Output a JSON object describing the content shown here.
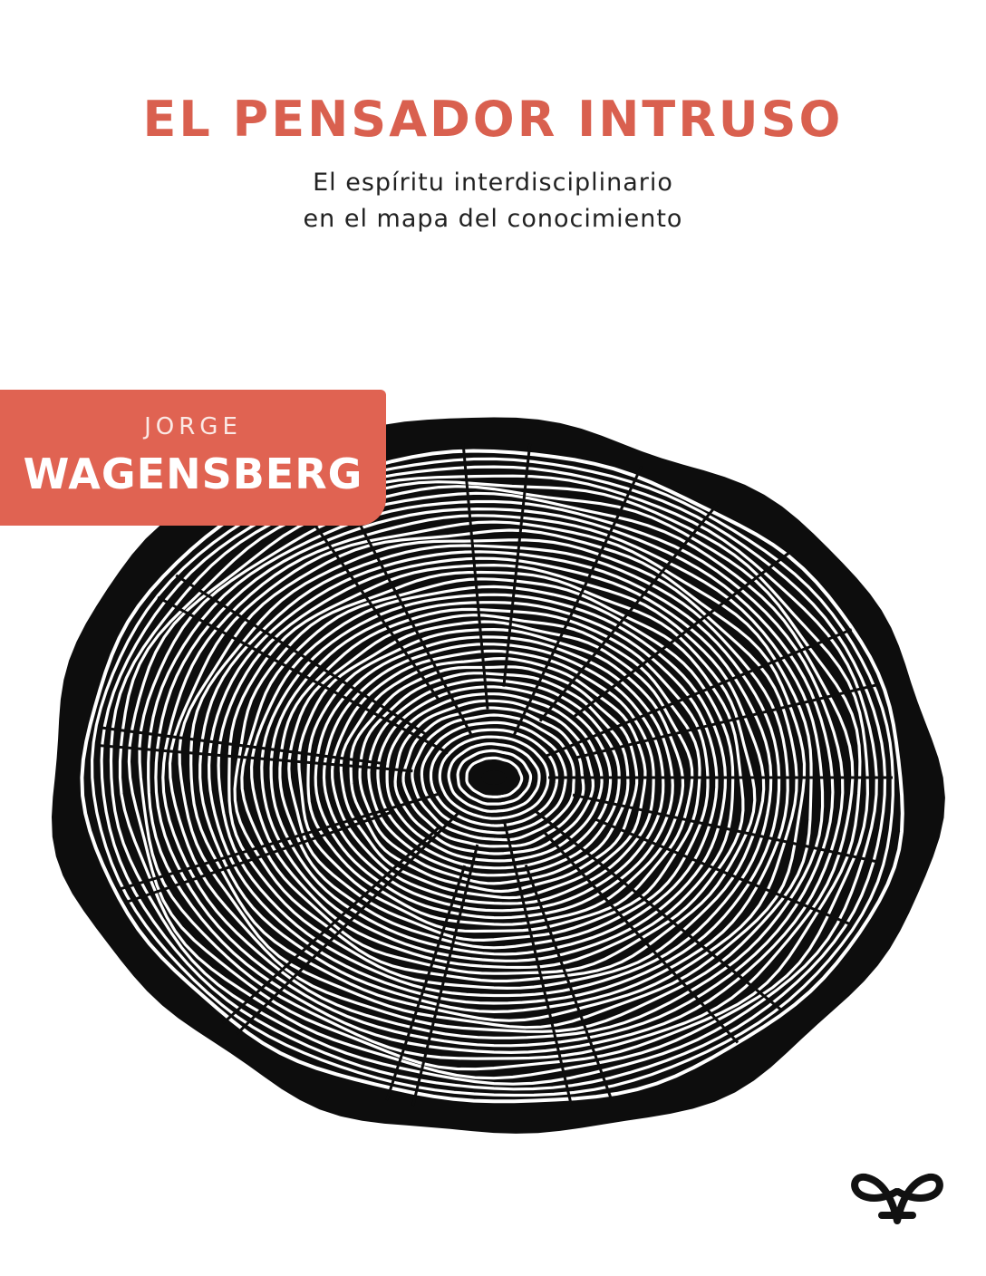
{
  "cover": {
    "title": "EL PENSADOR INTRUSO",
    "subtitle_line1": "El espíritu interdisciplinario",
    "subtitle_line2": "en el mapa del conocimiento",
    "author_first": "JORGE",
    "author_last": "WAGENSBERG",
    "accent_color": "#e06352",
    "illustration": "tree-rings-icon",
    "publisher_logo": "epub-logo-icon"
  }
}
